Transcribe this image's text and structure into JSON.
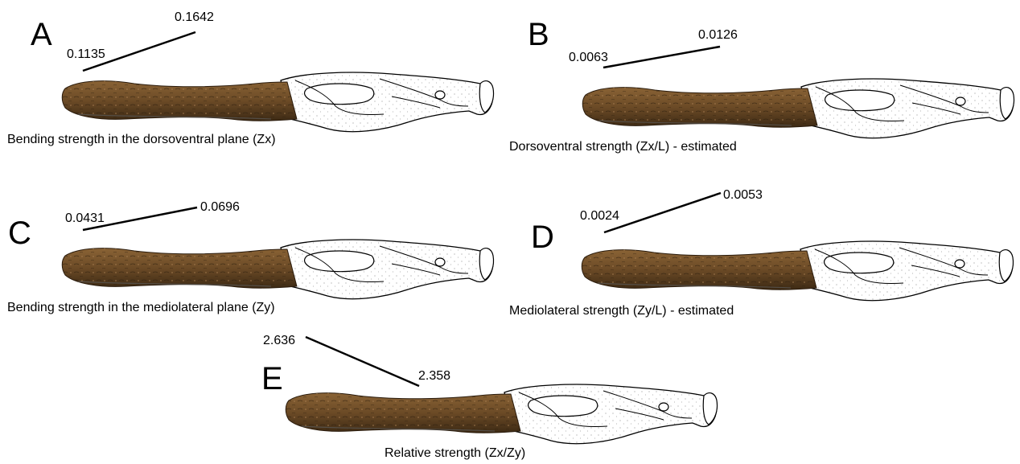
{
  "panels": [
    {
      "letter": "A",
      "val_start": "0.1135",
      "val_end": "0.1642",
      "caption": "Bending strength in the dorsoventral plane (Zx)"
    },
    {
      "letter": "B",
      "val_start": "0.0063",
      "val_end": "0.0126",
      "caption": "Dorsoventral strength (Zx/L) - estimated"
    },
    {
      "letter": "C",
      "val_start": "0.0431",
      "val_end": "0.0696",
      "caption": "Bending strength in the mediolateral plane (Zy)"
    },
    {
      "letter": "D",
      "val_start": "0.0024",
      "val_end": "0.0053",
      "caption": "Mediolateral strength (Zy/L) - estimated"
    },
    {
      "letter": "E",
      "val_start": "2.636",
      "val_end": "2.358",
      "caption": "Relative strength (Zx/Zy)"
    }
  ],
  "colors": {
    "fossil": "#6b4a26",
    "fossil_dark": "#3d2a14",
    "outline": "#000000",
    "background": "#ffffff"
  }
}
